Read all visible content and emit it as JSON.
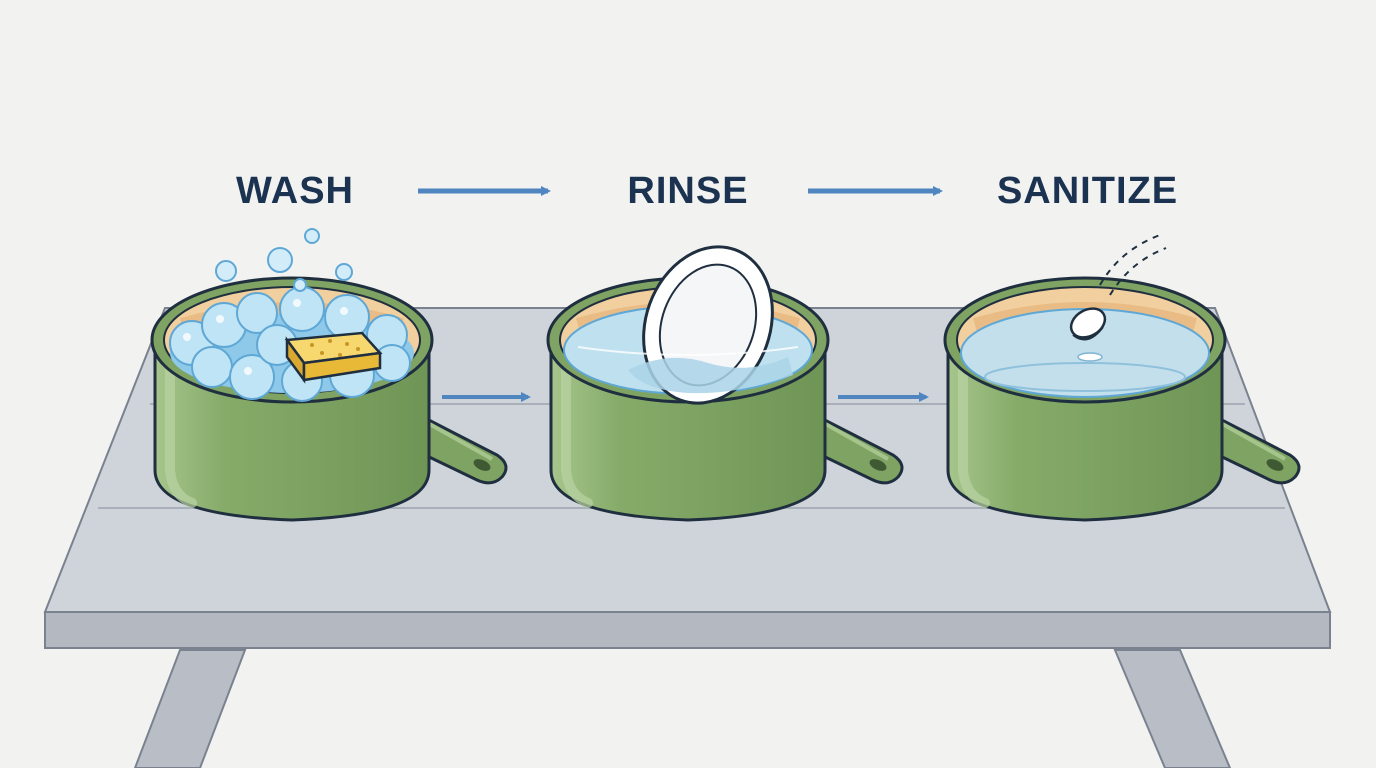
{
  "steps": [
    {
      "label": "WASH",
      "contents": "soapy-water-with-sponge"
    },
    {
      "label": "RINSE",
      "contents": "clear-water-with-plate"
    },
    {
      "label": "SANITIZE",
      "contents": "water-with-sanitizer-tablet"
    }
  ],
  "colors": {
    "background": "#f2f3f1",
    "label_text": "#1b3350",
    "arrow": "#4f86c0",
    "pot_body": "#7ea363",
    "pot_outline": "#1f2f3f",
    "pot_rim_inner": "#f1cf9f",
    "water": "#bfe0ee",
    "bubbles": "#e8f6fd",
    "sponge": "#f2c44a",
    "table_top": "#cfd3da",
    "table_edge": "#b4b9c1",
    "table_legs": "#b9bec6"
  },
  "icons": [
    "right-arrow-icon",
    "pot-icon",
    "sponge-icon",
    "plate-icon",
    "tablet-icon",
    "bubble-icon"
  ]
}
